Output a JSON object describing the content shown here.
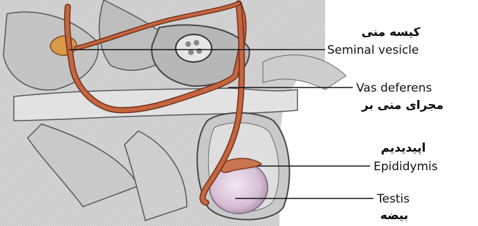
{
  "labels": {
    "seminal_vesicle_fa": "کیسه منی",
    "seminal_vesicle_en": "Seminal vesicle",
    "vas_deferens_en": "Vas deferens",
    "vas_deferens_fa": "مجرای منی بر",
    "epididymis_fa": "اپیدیدیم",
    "epididymis_en": "Epididymis",
    "testis_en": "Testis",
    "testis_fa": "بیضه"
  },
  "colors": {
    "duct": "#b65a3c",
    "tissue": "#cfcfcf",
    "testis": "#e7d3e3"
  }
}
